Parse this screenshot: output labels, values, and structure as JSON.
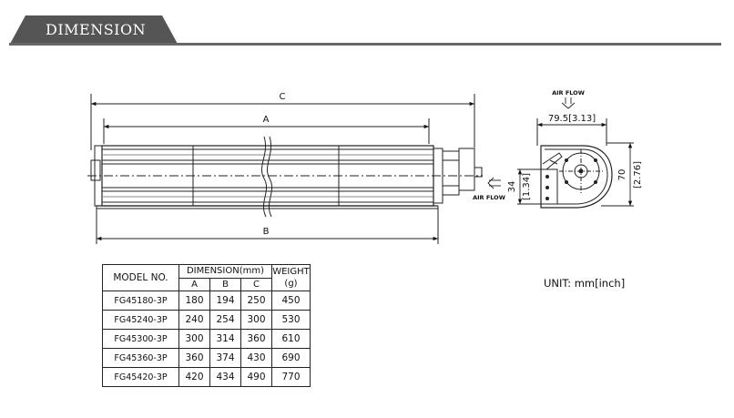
{
  "header": {
    "title": "DIMENSION",
    "accent_color": "#555555"
  },
  "drawing": {
    "labels": {
      "c": "C",
      "a": "A",
      "b": "B",
      "air_flow_top": "AIR FLOW",
      "air_flow_side": "AIR FLOW",
      "width": "79.5[3.13]",
      "height_mm": "70",
      "height_inch": "[2.76]",
      "outlet_mm": "34",
      "outlet_inch": "[1.34]"
    }
  },
  "table": {
    "headers": {
      "model": "MODEL NO.",
      "dimension": "DIMENSION(mm)",
      "weight_line1": "WEIGHT",
      "weight_line2": "(g)",
      "a": "A",
      "b": "B",
      "c": "C"
    },
    "rows": [
      {
        "model": "FG45180-3P",
        "a": "180",
        "b": "194",
        "c": "250",
        "weight": "450"
      },
      {
        "model": "FG45240-3P",
        "a": "240",
        "b": "254",
        "c": "300",
        "weight": "530"
      },
      {
        "model": "FG45300-3P",
        "a": "300",
        "b": "314",
        "c": "360",
        "weight": "610"
      },
      {
        "model": "FG45360-3P",
        "a": "360",
        "b": "374",
        "c": "430",
        "weight": "690"
      },
      {
        "model": "FG45420-3P",
        "a": "420",
        "b": "434",
        "c": "490",
        "weight": "770"
      }
    ]
  },
  "unit": "UNIT: mm[inch]"
}
